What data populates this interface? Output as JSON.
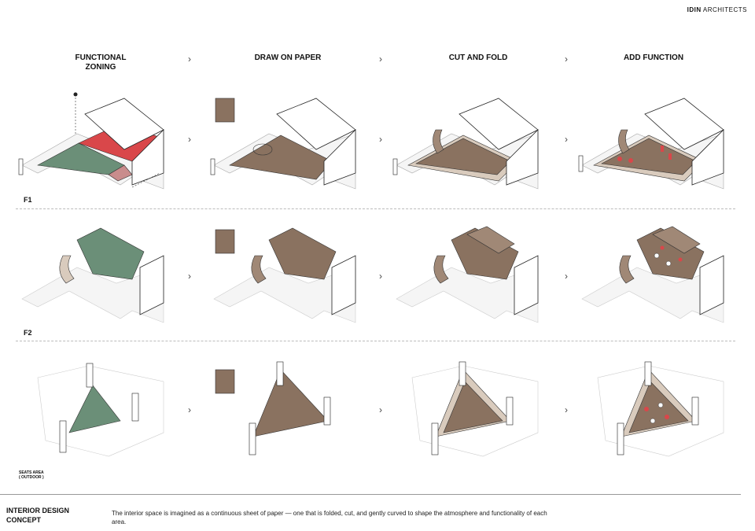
{
  "brand": {
    "bold": "IDIN",
    "rest": "ARCHITECTS"
  },
  "columns": [
    "FUNCTIONAL\nZONING",
    "DRAW ON PAPER",
    "CUT AND FOLD",
    "ADD FUNCTION"
  ],
  "rows": {
    "f1": "F1",
    "f2": "F2",
    "seats": "SEATS AREA\n( OUTDOOR )"
  },
  "concept": {
    "title": "INTERIOR DESIGN CONCEPT",
    "text": "The interior space is imagined as a continuous sheet of paper — one that is folded, cut, and gently curved to shape the atmosphere and functionality of each area."
  },
  "colors": {
    "green": "#6b8f78",
    "red": "#d9474a",
    "wood": "#8a7260",
    "line": "#333333",
    "lightwood": "#d9cbbd"
  }
}
